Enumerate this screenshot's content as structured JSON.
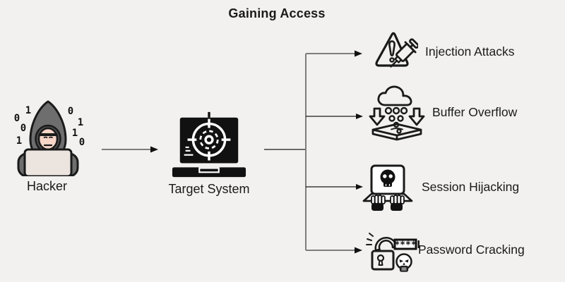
{
  "title": "Gaining Access",
  "nodes": {
    "hacker": {
      "label": "Hacker",
      "icon": "hooded-hacker-laptop"
    },
    "target_system": {
      "label": "Target System",
      "icon": "laptop-crosshair-target"
    }
  },
  "attacks": [
    {
      "label": "Injection Attacks",
      "icon": "warning-triangle-syringe"
    },
    {
      "label": "Buffer Overflow",
      "icon": "cloud-drops-platform"
    },
    {
      "label": "Session Hijacking",
      "icon": "laptop-skull-hands"
    },
    {
      "label": "Password Cracking",
      "icon": "broken-lock-skull-password"
    }
  ],
  "edges": [
    {
      "from": "Hacker",
      "to": "Target System"
    },
    {
      "from": "Target System",
      "to": "Injection Attacks"
    },
    {
      "from": "Target System",
      "to": "Buffer Overflow"
    },
    {
      "from": "Target System",
      "to": "Session Hijacking"
    },
    {
      "from": "Target System",
      "to": "Password Cracking"
    }
  ],
  "hacker_binary": [
    "0",
    "1",
    "0",
    "1",
    "0",
    "1",
    "1",
    "0"
  ],
  "password_mask": "****",
  "colors": {
    "background": "#f2f1f0",
    "line_gray": "#7d7d7d",
    "line_dark": "#1a1a1a",
    "hood_gray": "#6e6e6e",
    "hood_inner": "#4d4d4d",
    "skin": "#f7d6c8",
    "laptop_beige": "#ece4df"
  }
}
